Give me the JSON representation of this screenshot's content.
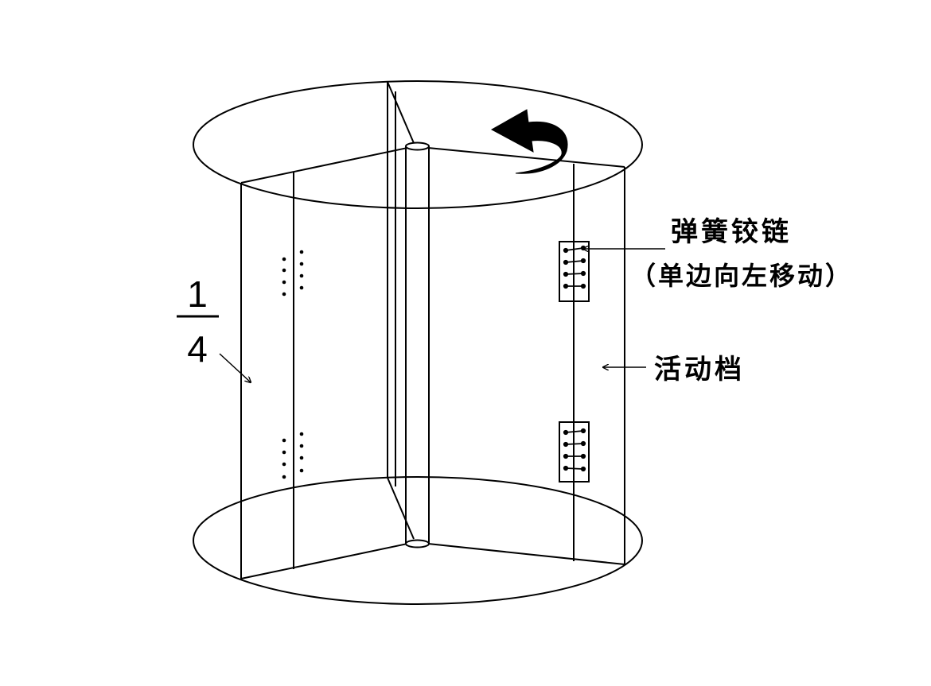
{
  "labels": {
    "spring_hinge": "弹簧铰链",
    "spring_hinge_note": "（单边向左移动）",
    "movable_panel": "活动档",
    "fraction_numerator": "1",
    "fraction_denominator": "4"
  },
  "colors": {
    "stroke": "#000000",
    "background": "#ffffff"
  }
}
